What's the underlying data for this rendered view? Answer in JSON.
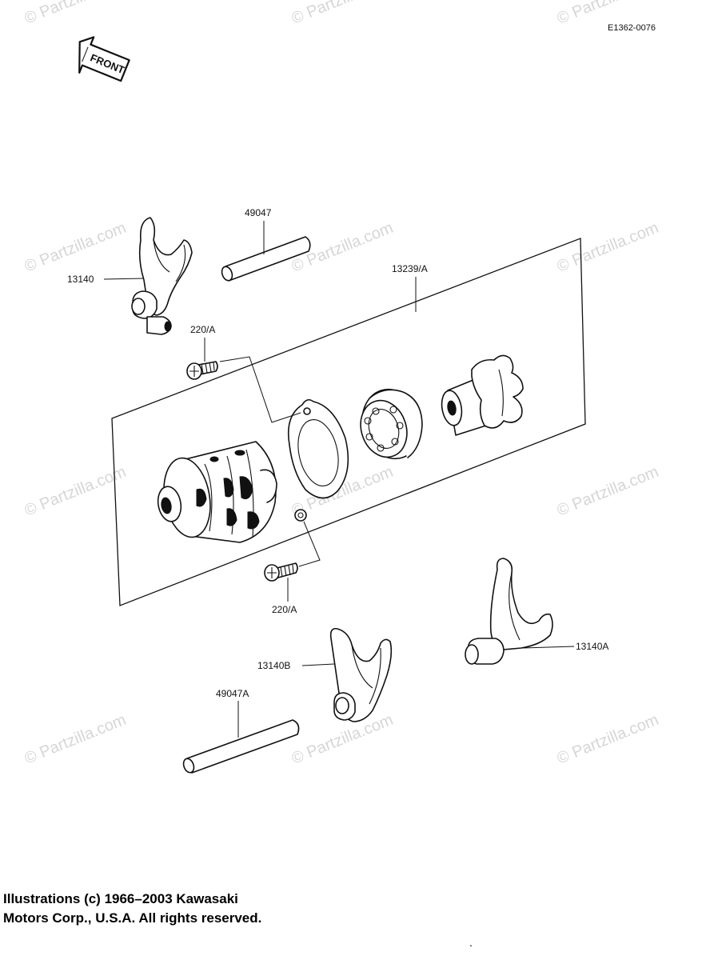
{
  "diagram_id": "E1362-0076",
  "front_label": "FRONT",
  "watermark_text": "© Partzilla.com",
  "parts": [
    {
      "label": "13140"
    },
    {
      "label": "49047"
    },
    {
      "label": "13239/A"
    },
    {
      "label": "220/A"
    },
    {
      "label": "220/A"
    },
    {
      "label": "13140B"
    },
    {
      "label": "13140A"
    },
    {
      "label": "49047A"
    }
  ],
  "copyright": {
    "line1": "Illustrations (c) 1966–2003 Kawasaki",
    "line2": "Motors Corp., U.S.A.  All rights reserved."
  },
  "trailing_mark": "."
}
